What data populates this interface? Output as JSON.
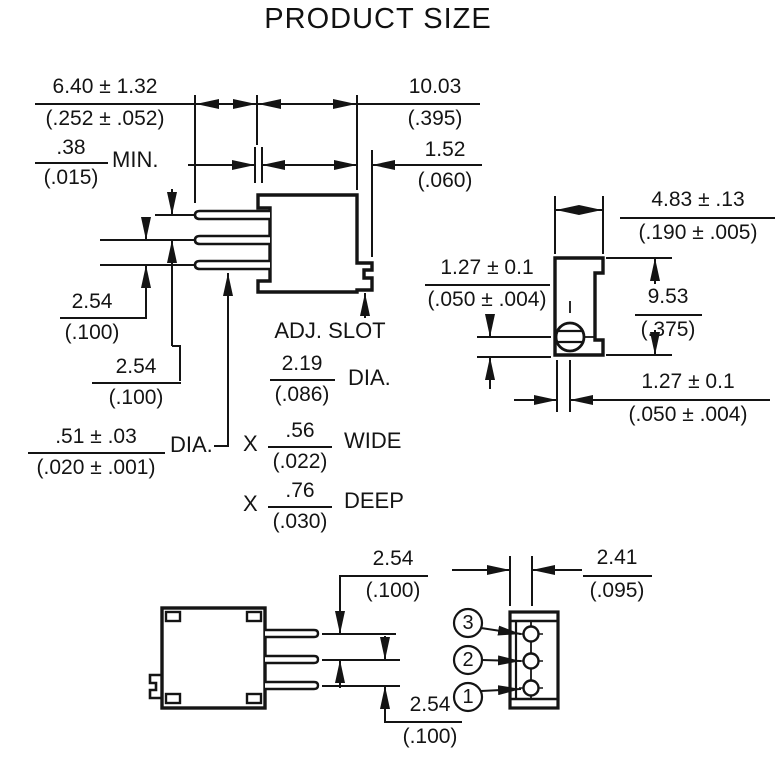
{
  "title": "PRODUCT SIZE",
  "side_view": {
    "pin_length_mm": "6.40 ± 1.32",
    "pin_length_in": "(.252 ± .052)",
    "body_width_mm": "10.03",
    "body_width_in": "(.395)",
    "standoff_mm": ".38",
    "standoff_in": "(.015)",
    "standoff_suffix": "MIN.",
    "slot_tab_mm": "1.52",
    "slot_tab_in": "(.060)",
    "pitch1_mm": "2.54",
    "pitch1_in": "(.100)",
    "pitch2_mm": "2.54",
    "pitch2_in": "(.100)",
    "pin_dia_mm": ".51 ± .03",
    "pin_dia_in": "(.020 ± .001)",
    "pin_dia_suffix": "DIA.",
    "adj_slot_label": "ADJ. SLOT",
    "slot_dia_mm": "2.19",
    "slot_dia_in": "(.086)",
    "slot_dia_suffix": "DIA.",
    "slot_wide_prefix": "X",
    "slot_wide_mm": ".56",
    "slot_wide_in": "(.022)",
    "slot_wide_suffix": "WIDE",
    "slot_deep_prefix": "X",
    "slot_deep_mm": ".76",
    "slot_deep_in": "(.030)",
    "slot_deep_suffix": "DEEP"
  },
  "end_view": {
    "width_mm": "4.83 ± .13",
    "width_in": "(.190 ± .005)",
    "screw_offset_mm": "1.27 ± 0.1",
    "screw_offset_in": "(.050 ± .004)",
    "height_mm": "9.53",
    "height_in": "(.375)",
    "screw_center_mm": "1.27 ± 0.1",
    "screw_center_in": "(.050 ± .004)"
  },
  "bottom_view": {
    "pitch_top_mm": "2.54",
    "pitch_top_in": "(.100)",
    "pitch_bottom_mm": "2.54",
    "pitch_bottom_in": "(.100)"
  },
  "front_view": {
    "pin_offset_mm": "2.41",
    "pin_offset_in": "(.095)",
    "pins": [
      "3",
      "2",
      "1"
    ]
  }
}
